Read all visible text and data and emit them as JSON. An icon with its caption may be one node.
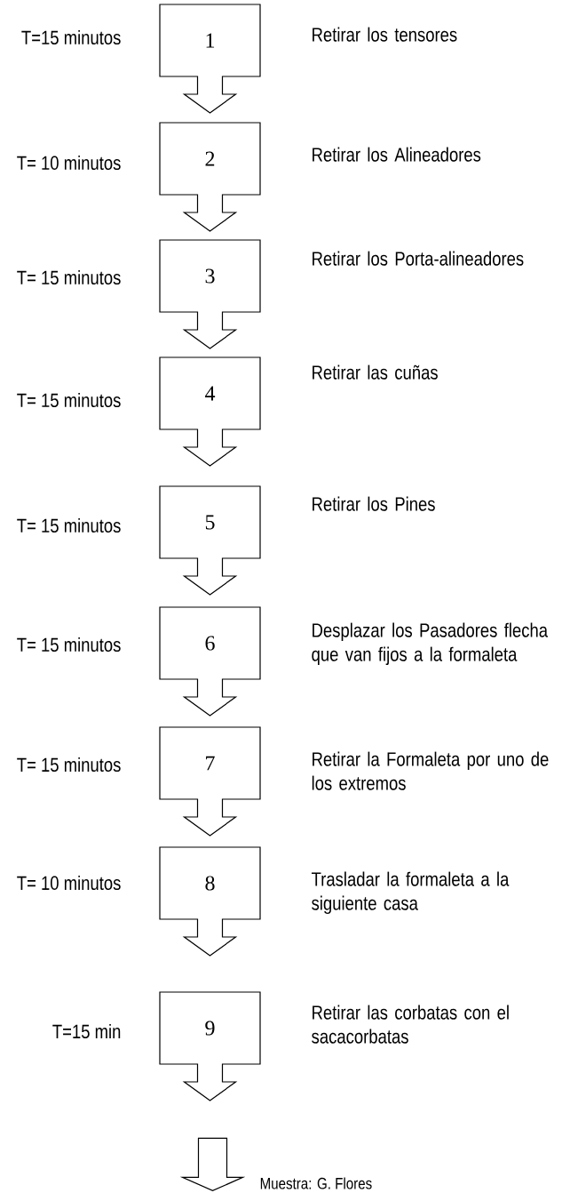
{
  "diagram": {
    "nodes": [
      {
        "text": [
          "1"
        ],
        "beside": [
          "T=15 minutos"
        ]
      },
      {
        "text": [
          "2"
        ],
        "beside": [
          "T= 10 minutos"
        ]
      },
      {
        "text": [
          "3"
        ],
        "beside": [
          "T= 15 minutos"
        ]
      },
      {
        "text": [
          "4"
        ],
        "beside": [
          "T= 15 minutos"
        ]
      },
      {
        "text": [
          "5"
        ],
        "beside": [
          "T= 15 minutos"
        ]
      },
      {
        "text": [
          "6"
        ],
        "beside": [
          "T= 15 minutos"
        ]
      },
      {
        "text": [
          "7"
        ],
        "beside": [
          "T= 15 minutos"
        ]
      },
      {
        "text": [
          "8"
        ],
        "beside": [
          "T= 10 minutos"
        ]
      },
      {
        "text": [
          "9"
        ],
        "beside": [
          "T=15 min"
        ]
      },
      {
        "text": [],
        "shape": "arrow"
      }
    ],
    "labels": [
      "Retirar los tensores",
      "Retirar los Alineadores",
      "Retirar los Porta-alineadores",
      "Retirar las cuñas",
      "Retirar los Pines",
      "Desplazar los Pasadores flecha que van fijos a la formaleta",
      "Retirar la Formaleta por uno de los extremos",
      "Trasladar la formaleta a la siguiente casa",
      "Retirar las corbatas con el sacacorbatas",
      "Muestra: G. Flores"
    ]
  }
}
